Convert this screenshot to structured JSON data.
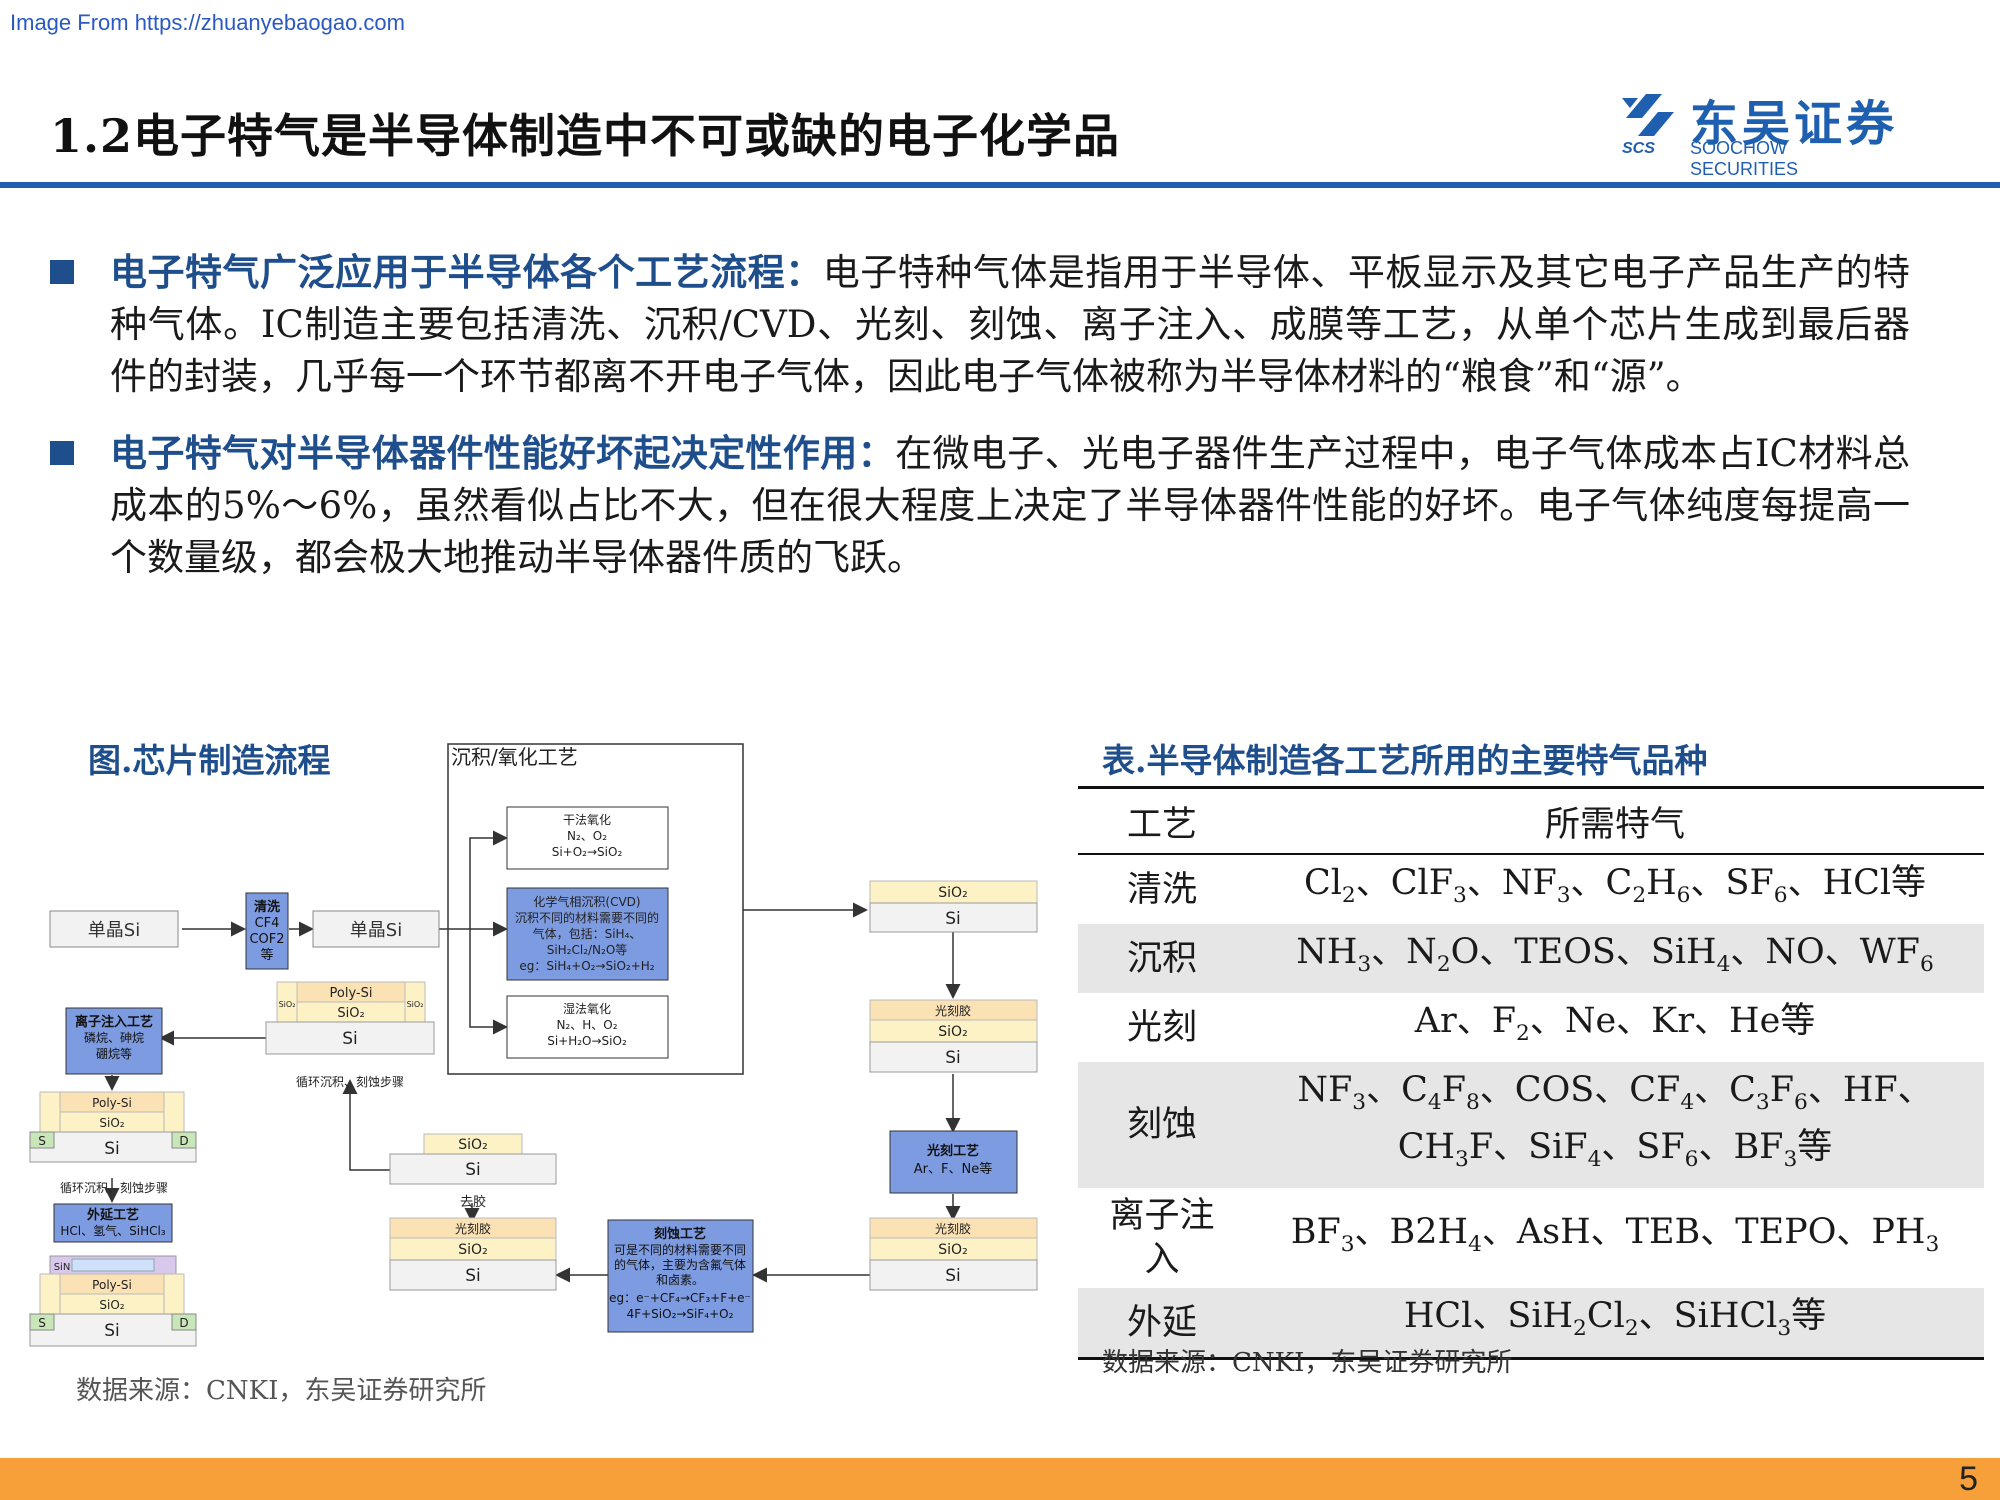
{
  "watermark": "Image From https://zhuanyebaogao.com",
  "title": "1.2电子特气是半导体制造中不可或缺的电子化学品",
  "logo": {
    "name": "东吴证券",
    "sub": "SOOCHOW SECURITIES",
    "abbr": "SCS"
  },
  "bullets": [
    {
      "heading": "电子特气广泛应用于半导体各个工艺流程：",
      "text": "电子特种气体是指用于半导体、平板显示及其它电子产品生产的特种气体。IC制造主要包括清洗、沉积/CVD、光刻、刻蚀、离子注入、成膜等工艺，从单个芯片生成到最后器件的封装，几乎每一个环节都离不开电子气体，因此电子气体被称为半导体材料的“粮食”和“源”。"
    },
    {
      "heading": "电子特气对半导体器件性能好坏起决定性作用：",
      "text": "在微电子、光电子器件生产过程中，电子气体成本占IC材料总成本的5%～6%，虽然看似占比不大，但在很大程度上决定了半导体器件性能的好坏。电子气体纯度每提高一个数量级，都会极大地推动半导体器件质的飞跃。"
    }
  ],
  "figure": {
    "title": "图.芯片制造流程",
    "source": "数据来源：CNKI，东吴证券研究所",
    "labels": {
      "dep_group": "沉积/氧化工艺",
      "dry_ox_1": "干法氧化",
      "dry_ox_2": "N₂、O₂",
      "dry_ox_3": "Si+O₂→SiO₂",
      "cvd_1": "化学气相沉积(CVD)",
      "cvd_2": "沉积不同的材料需要不同的",
      "cvd_3": "气体，包括：SiH₄、",
      "cvd_4": "SiH₂Cl₂/N₂O等",
      "cvd_5": "eg：SiH₄+O₂→SiO₂+H₂",
      "wet_ox_1": "湿法氧化",
      "wet_ox_2": "N₂、H、O₂",
      "wet_ox_3": "Si+H₂O→SiO₂",
      "wafer_si": "单晶Si",
      "clean_1": "清洗",
      "clean_2": "CF4",
      "clean_3": "COF2",
      "clean_4": "等",
      "sio2": "SiO₂",
      "si": "Si",
      "polysi": "Poly-Si",
      "resist": "光刻胶",
      "ion_1": "离子注入工艺",
      "ion_2": "磷烷、砷烷",
      "ion_3": "硼烷等",
      "loop_dep_etch": "循环沉积、刻蚀步骤",
      "epi_1": "外延工艺",
      "epi_2": "HCl、氢气、SiHCl₃",
      "s": "S",
      "d": "D",
      "sin": "SiN",
      "strip": "去胶",
      "litho_1": "光刻工艺",
      "litho_2": "Ar、F、Ne等",
      "etch_1": "刻蚀工艺",
      "etch_2": "可是不同的材料需要不同",
      "etch_3": "的气体，主要为含氟气体",
      "etch_4": "和卤素。",
      "etch_5": "eg：e⁻+CF₄→CF₃+F+e⁻",
      "etch_6": "4F+SiO₂→SiF₄+O₂"
    }
  },
  "table": {
    "title": "表.半导体制造各工艺所用的主要特气品种",
    "headers": [
      "工艺",
      "所需特气"
    ],
    "source": "数据来源：CNKI，东吴证券研究所"
  },
  "page_number": "5",
  "colors": {
    "brand": "#1f5fb0",
    "heading": "#1f4e8c",
    "footer": "#f7a03a",
    "box_blue": "#6f8fd6",
    "layer_yellow": "#fdf2c6",
    "layer_orange": "#fbe2b4"
  }
}
